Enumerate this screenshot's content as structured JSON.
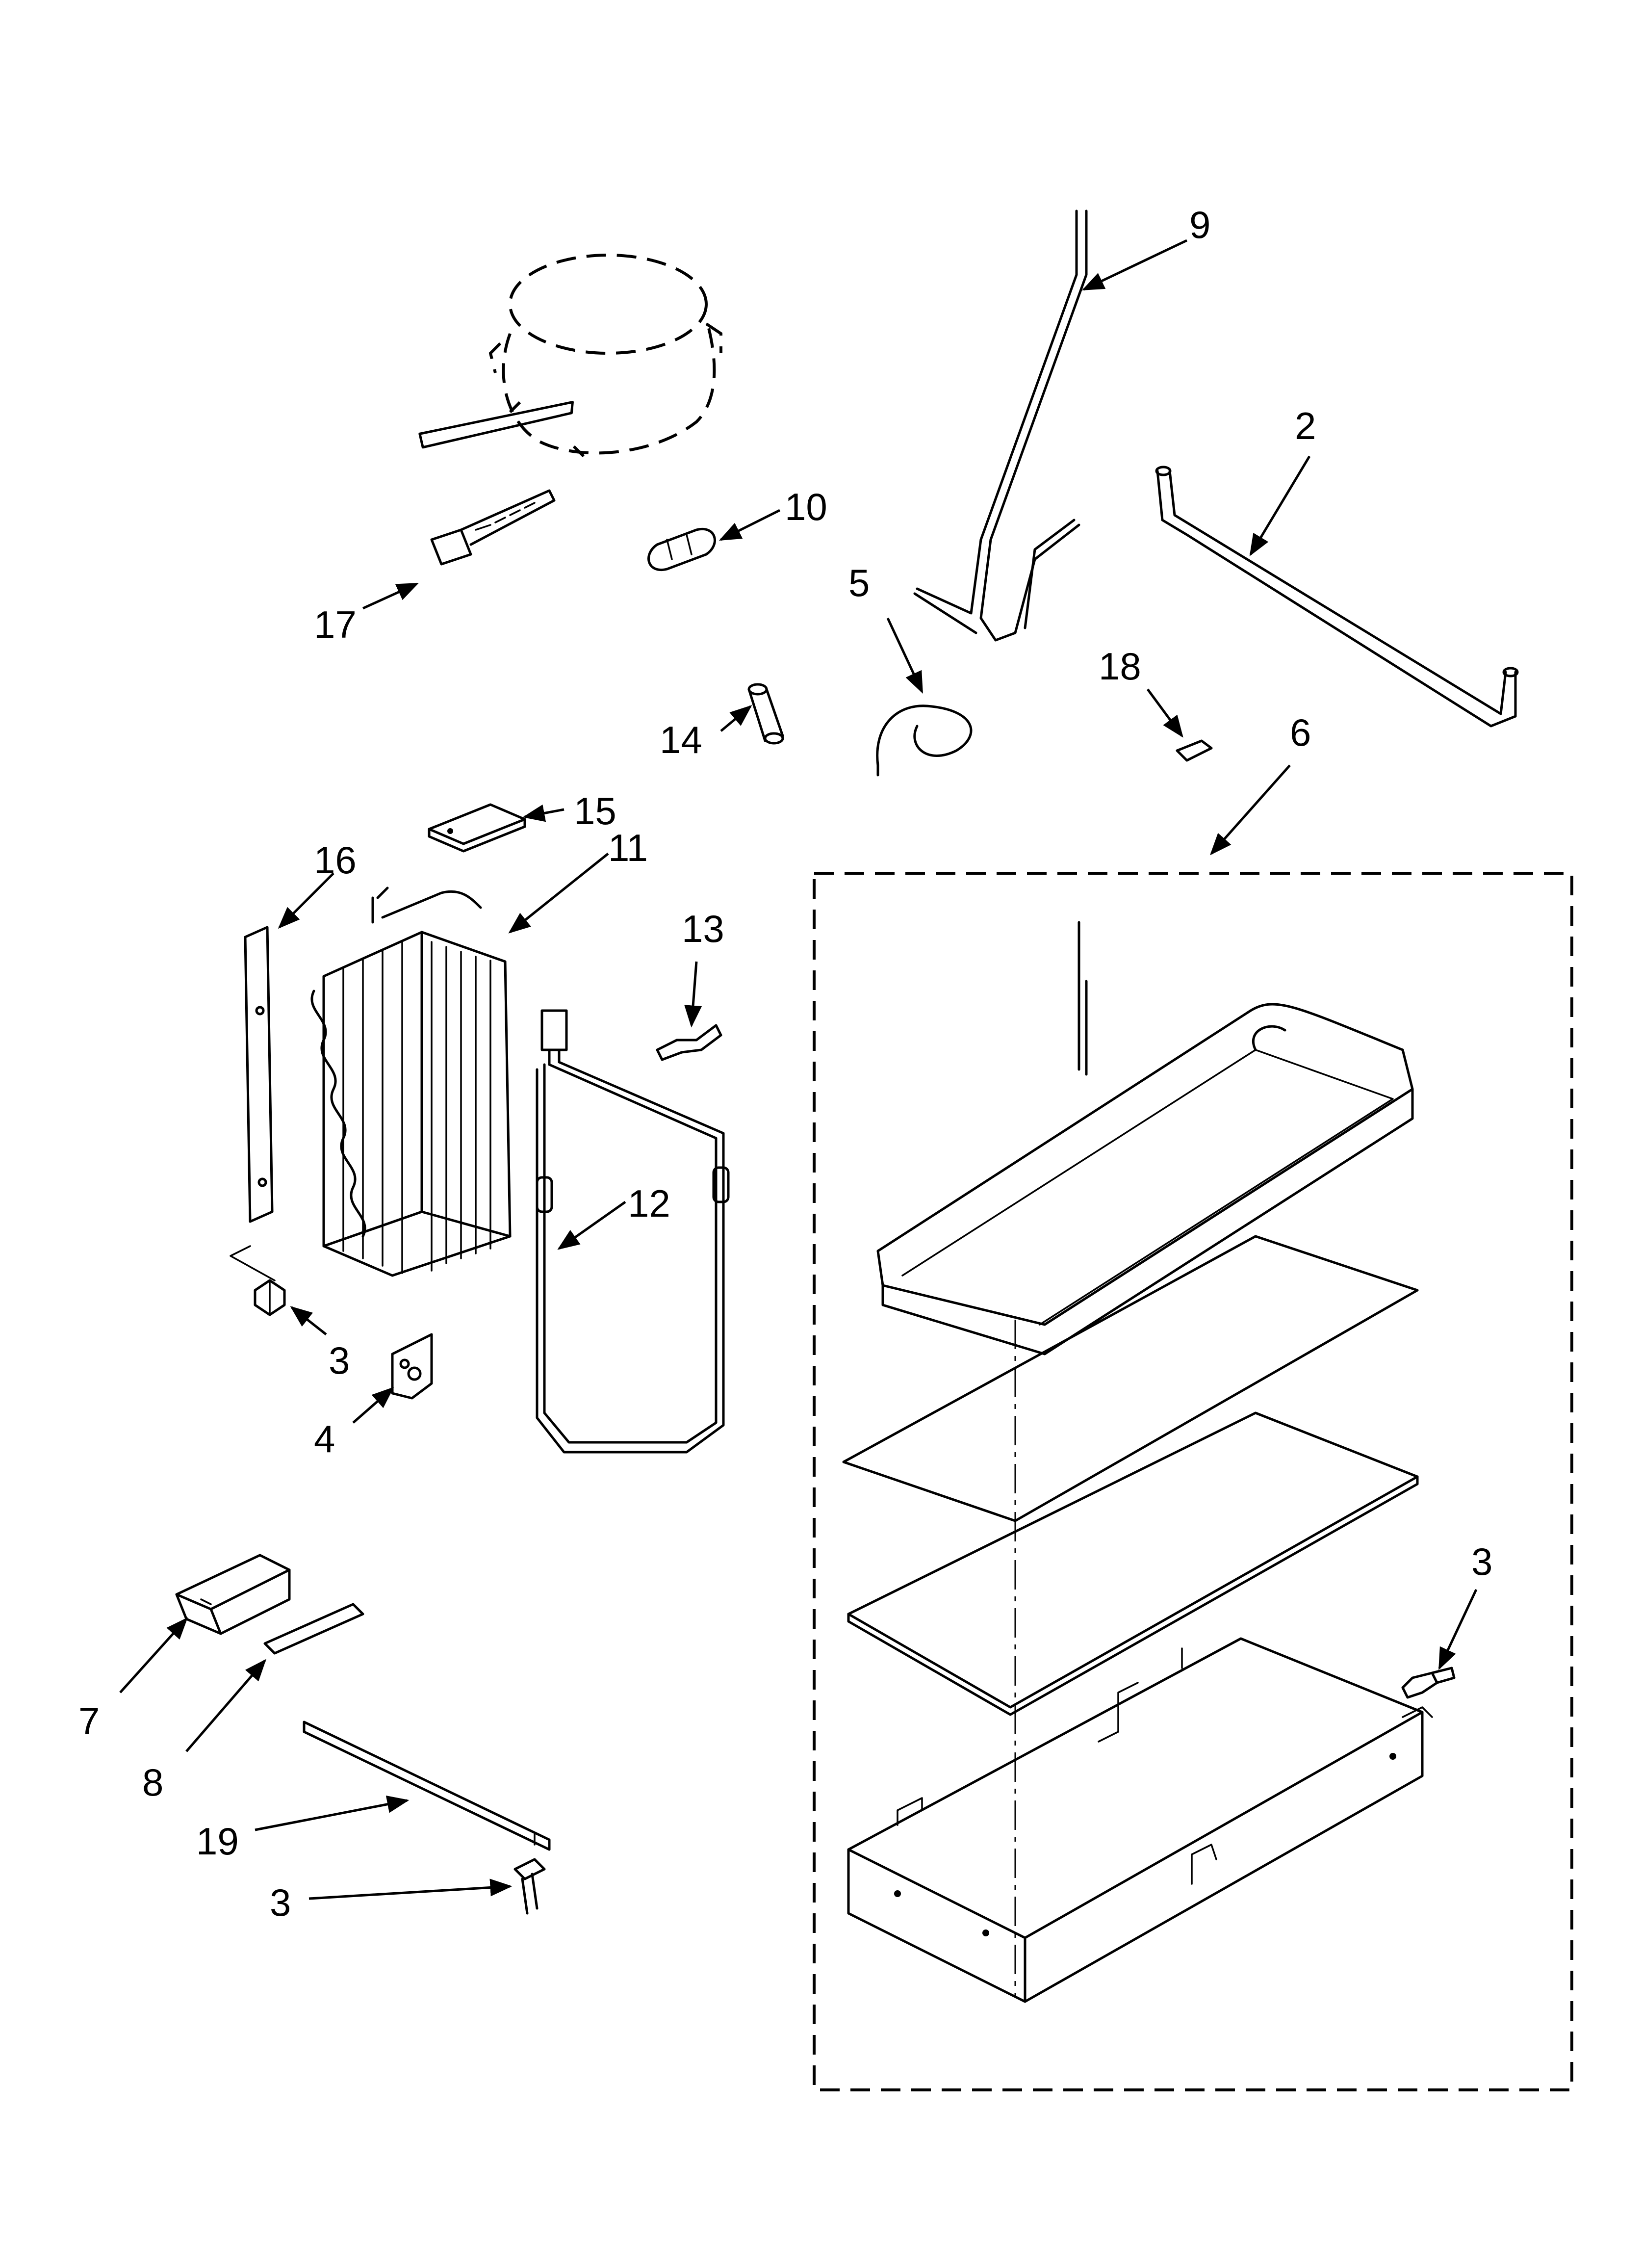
{
  "callouts": [
    {
      "id": "c9",
      "label": "9"
    },
    {
      "id": "c2",
      "label": "2"
    },
    {
      "id": "c10",
      "label": "10"
    },
    {
      "id": "c5",
      "label": "5"
    },
    {
      "id": "c17",
      "label": "17"
    },
    {
      "id": "c18",
      "label": "18"
    },
    {
      "id": "c14",
      "label": "14"
    },
    {
      "id": "c6",
      "label": "6"
    },
    {
      "id": "c15",
      "label": "15"
    },
    {
      "id": "c16",
      "label": "16"
    },
    {
      "id": "c11",
      "label": "11"
    },
    {
      "id": "c13",
      "label": "13"
    },
    {
      "id": "c12",
      "label": "12"
    },
    {
      "id": "c3a",
      "label": "3"
    },
    {
      "id": "c4",
      "label": "4"
    },
    {
      "id": "c3b",
      "label": "3"
    },
    {
      "id": "c7",
      "label": "7"
    },
    {
      "id": "c8",
      "label": "8"
    },
    {
      "id": "c19",
      "label": "19"
    },
    {
      "id": "c3c",
      "label": "3"
    }
  ]
}
